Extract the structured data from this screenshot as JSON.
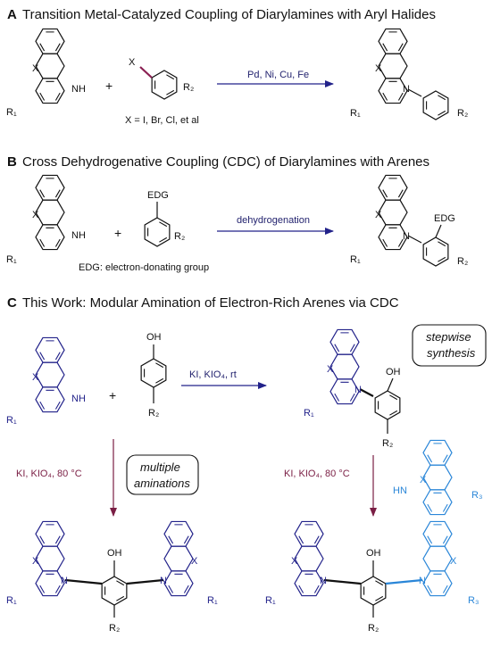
{
  "panels": {
    "a": {
      "letter": "A",
      "title": "Transition Metal-Catalyzed Coupling of Diarylamines with Aryl Halides",
      "conditions": "Pd, Ni, Cu, Fe",
      "note": "X = I, Br, Cl, et al"
    },
    "b": {
      "letter": "B",
      "title": "Cross Dehydrogenative Coupling (CDC) of Diarylamines with Arenes",
      "conditions": "dehydrogenation",
      "note": "EDG: electron-donating group"
    },
    "c": {
      "letter": "C",
      "title": "This Work: Modular Amination of Electron-Rich Arenes via CDC",
      "conditions_top": "KI, KIO4, rt",
      "conditions_left": "KI, KIO4, 80 °C",
      "conditions_right": "KI, KIO4, 80 °C",
      "box_left": [
        "multiple",
        "aminations"
      ],
      "box_right": [
        "stepwise",
        "synthesis"
      ]
    }
  },
  "labels": {
    "x": "X",
    "nh": "NH",
    "hn": "HN",
    "n": "N",
    "oh": "OH",
    "edg": "EDG",
    "r1": "R1",
    "r2": "R2",
    "r3": "R3",
    "plus": "+"
  },
  "colors": {
    "black": "#111111",
    "navy": "#22228a",
    "blue": "#2a86d8",
    "maroon": "#7a1e44"
  }
}
